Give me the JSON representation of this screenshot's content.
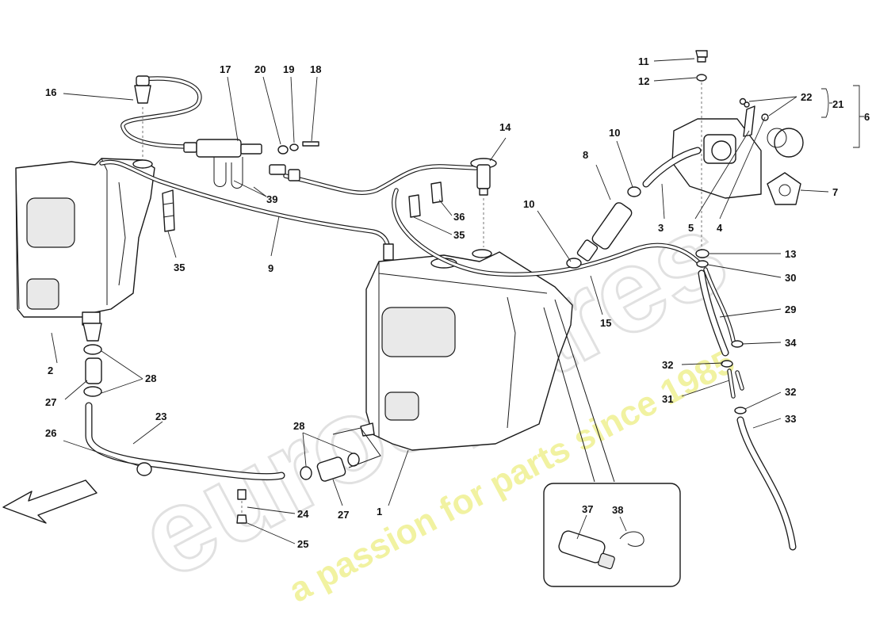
{
  "watermark": {
    "brand": "eurospares",
    "tagline": "a passion for parts since 1985",
    "brand_color": "#d8d8d8",
    "tagline_color": "#eef08a"
  },
  "callouts": {
    "c1": "1",
    "c2": "2",
    "c3": "3",
    "c4": "4",
    "c5": "5",
    "c6": "6",
    "c7": "7",
    "c8": "8",
    "c9": "9",
    "c10a": "10",
    "c10b": "10",
    "c11": "11",
    "c12": "12",
    "c13": "13",
    "c14": "14",
    "c15": "15",
    "c16": "16",
    "c17": "17",
    "c18": "18",
    "c19": "19",
    "c20": "20",
    "c21": "21",
    "c22": "22",
    "c23": "23",
    "c24": "24",
    "c25": "25",
    "c26": "26",
    "c27a": "27",
    "c27b": "27",
    "c28a": "28",
    "c28b": "28",
    "c29": "29",
    "c30": "30",
    "c31": "31",
    "c32a": "32",
    "c32b": "32",
    "c33": "33",
    "c34": "34",
    "c35a": "35",
    "c35b": "35",
    "c36": "36",
    "c37": "37",
    "c38": "38",
    "c39": "39"
  },
  "icons": {
    "direction": "front-arrow-icon"
  }
}
